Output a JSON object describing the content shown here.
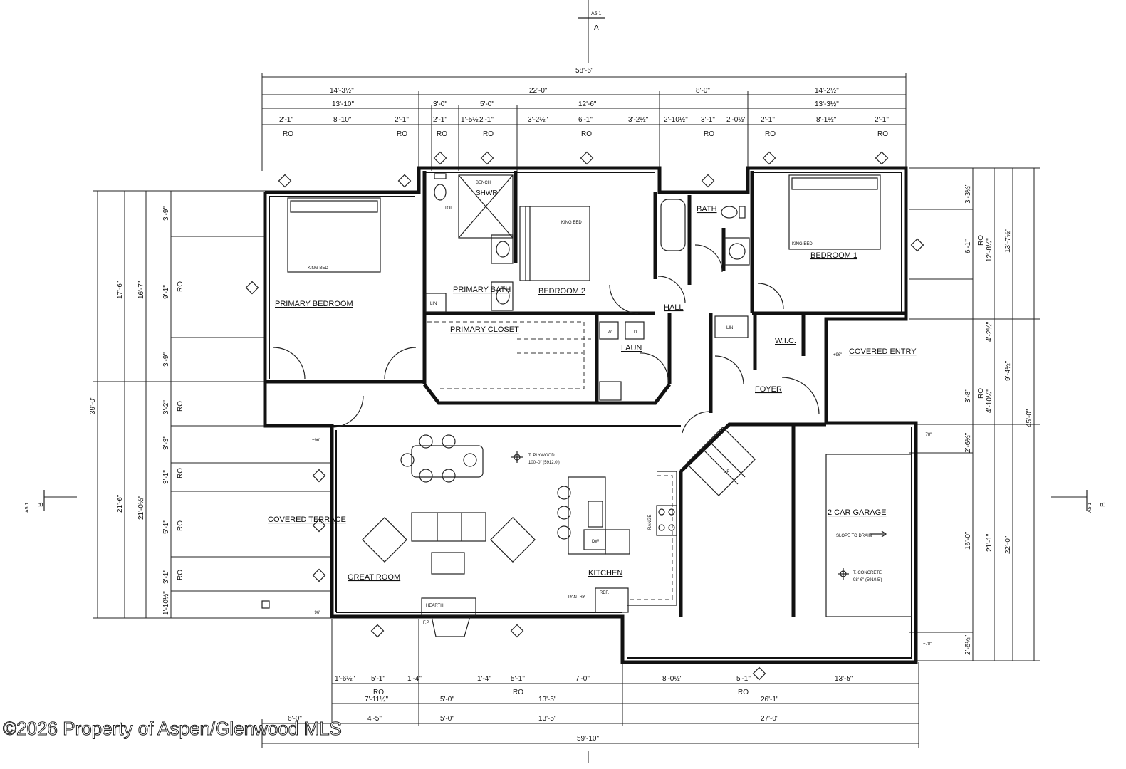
{
  "watermark": "©2026 Property of Aspen/Glenwood MLS",
  "section_markers": {
    "top": {
      "sheet": "A5.1",
      "letter": "A"
    },
    "left": {
      "sheet": "A5.1",
      "letter": "B"
    },
    "right": {
      "sheet": "A5.1",
      "letter": "B"
    }
  },
  "overall_dims": {
    "top_overall": "58'-6\"",
    "bottom_overall": "59'-10\"",
    "left_overall": "39'-0\"",
    "right_overall": "45'-0\""
  },
  "top_dims": {
    "row1": [
      "14'-3½\"",
      "22'-0\"",
      "8'-0\"",
      "14'-2½\""
    ],
    "row2": [
      "13'-10\"",
      "3'-0\"",
      "5'-0\"",
      "12'-6\"",
      "13'-3½\""
    ],
    "row3": [
      "2'-1\"",
      "8'-10\"",
      "2'-1\"",
      "2'-1\"",
      "1'-5½\"",
      "2'-1\"",
      "3'-2½\"",
      "6'-1\"",
      "3'-2½\"",
      "2'-10½\"",
      "3'-1\"",
      "2'-0½\"",
      "2'-1\"",
      "8'-1½\"",
      "2'-1\""
    ]
  },
  "bottom_dims": {
    "row1": [
      "1'-6½\"",
      "5'-1\"",
      "1'-4\"",
      "1'-4\"",
      "5'-1\"",
      "7'-0\"",
      "8'-0½\"",
      "5'-1\"",
      "13'-5\""
    ],
    "row2": [
      "7'-11½\"",
      "5'-0\"",
      "13'-5\"",
      "26'-1\""
    ],
    "row3": [
      "6'-0\"",
      "4'-5\"",
      "5'-0\"",
      "13'-5\"",
      "27'-0\""
    ]
  },
  "left_dims": {
    "outer": [
      "17'-6\"",
      "21'-6\""
    ],
    "inner": [
      "16'-7\"",
      "21'-0½\""
    ],
    "windows": [
      "3'-9\"",
      "9'-1\"",
      "3'-9\"",
      "3'-2\"",
      "3'-3\"",
      "3'-1\"",
      "5'-1\"",
      "3'-1\"",
      "1'-10½\""
    ]
  },
  "right_dims": {
    "outer": [
      "13'-7½\"",
      "9'-4½\"",
      "22'-0\""
    ],
    "inner": [
      "3'-3½\"",
      "6'-1\"",
      "12'-8½\"",
      "4'-2½\"",
      "3'-8\"",
      "4'-10½\"",
      "2'-6½\"",
      "16'-0\"",
      "21'-1\"",
      "2'-6½\""
    ]
  },
  "rooms": [
    {
      "id": "primary-bedroom",
      "label": "PRIMARY BEDROOM"
    },
    {
      "id": "primary-bath",
      "label": "PRIMARY BATH"
    },
    {
      "id": "primary-closet",
      "label": "PRIMARY CLOSET"
    },
    {
      "id": "bedroom-2",
      "label": "BEDROOM 2"
    },
    {
      "id": "bedroom-1",
      "label": "BEDROOM 1"
    },
    {
      "id": "bath",
      "label": "BATH"
    },
    {
      "id": "hall",
      "label": "HALL"
    },
    {
      "id": "laun",
      "label": "LAUN"
    },
    {
      "id": "wic",
      "label": "W.I.C."
    },
    {
      "id": "foyer",
      "label": "FOYER"
    },
    {
      "id": "covered-entry",
      "label": "COVERED ENTRY"
    },
    {
      "id": "great-room",
      "label": "GREAT ROOM"
    },
    {
      "id": "kitchen",
      "label": "KITCHEN"
    },
    {
      "id": "covered-terrace",
      "label": "COVERED TERRACE"
    },
    {
      "id": "garage",
      "label": "2 CAR GARAGE"
    }
  ],
  "labels": {
    "king_bed": "KING BED",
    "shwr": "SHWR",
    "bench": "BENCH",
    "toi": "TOI",
    "lin": "LIN",
    "ro": "RO",
    "pantry": "PANTRY",
    "ref": "REF.",
    "dw": "DW",
    "range": "RANGE",
    "hearth": "HEARTH",
    "fp": "F.P.",
    "up": "UP",
    "w": "W",
    "d": "D",
    "slope": "SLOPE TO DRAIN",
    "plywood": "T. PLYWOOD",
    "plywood_el": "100'-0\" (5912.0')",
    "concrete": "T. CONCRETE",
    "concrete_el": "98'-6\" (5910.5')",
    "elev_96": "+96\"",
    "elev_78": "+78\""
  }
}
